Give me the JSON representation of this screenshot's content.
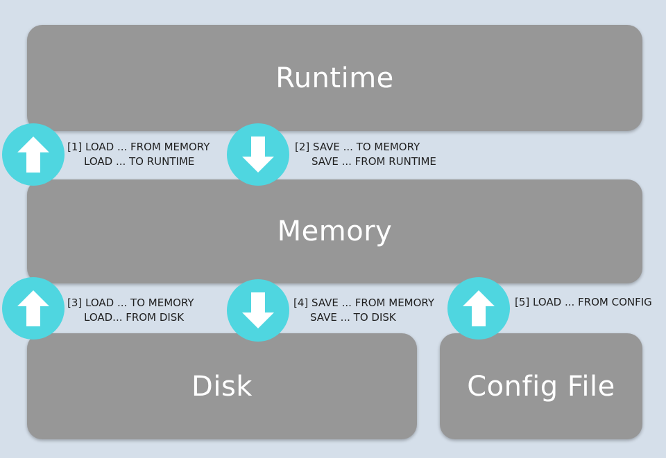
{
  "layers": {
    "runtime": "Runtime",
    "memory": "Memory",
    "disk": "Disk",
    "config": "Config File"
  },
  "transitions": [
    {
      "icon": "arrow-up-icon",
      "line1": "[1] LOAD ... FROM MEMORY",
      "line2": "LOAD ... TO RUNTIME"
    },
    {
      "icon": "arrow-down-icon",
      "line1": "[2] SAVE ... TO MEMORY",
      "line2": "SAVE ... FROM RUNTIME"
    },
    {
      "icon": "arrow-up-icon",
      "line1": "[3] LOAD ... TO MEMORY",
      "line2": "LOAD... FROM DISK"
    },
    {
      "icon": "arrow-down-icon",
      "line1": "[4] SAVE ... FROM MEMORY",
      "line2": "SAVE ... TO DISK"
    },
    {
      "icon": "arrow-up-icon",
      "line1": "[5] LOAD ... FROM CONFIG",
      "line2": ""
    }
  ],
  "colors": {
    "background": "#d5dfea",
    "layer": "#979797",
    "badge": "#4fd6e0",
    "text": "#1f1f1f"
  }
}
